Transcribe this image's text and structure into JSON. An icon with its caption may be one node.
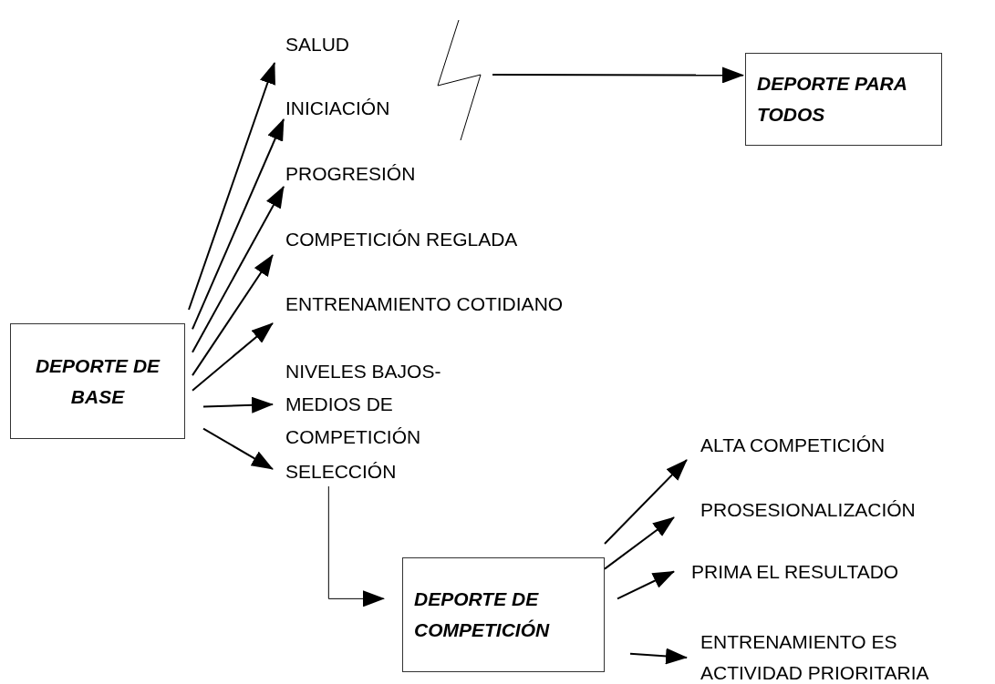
{
  "diagram": {
    "nodes": [
      {
        "text": [
          "DEPORTE DE BASE"
        ]
      },
      {
        "text": [
          "SALUD"
        ]
      },
      {
        "text": [
          "INICIACIÓN"
        ]
      },
      {
        "text": [
          "PROGRESIÓN"
        ]
      },
      {
        "text": [
          "COMPETICIÓN REGLADA"
        ]
      },
      {
        "text": [
          "ENTRENAMIENTO COTIDIANO"
        ]
      },
      {
        "text": [
          "NIVELES BAJOS-MEDIOS DE COMPETICIÓN"
        ]
      },
      {
        "text": [
          "SELECCIÓN"
        ]
      },
      {
        "text": [
          "DEPORTE DE COMPETICIÓN"
        ]
      },
      {
        "text": [
          "ALTA COMPETICIÓN"
        ]
      },
      {
        "text": [
          "PROSESIONALIZACIÓN"
        ]
      },
      {
        "text": [
          "PRIMA EL RESULTADO"
        ]
      },
      {
        "text": [
          "ENTRENAMIENTO ES ACTIVIDAD PRIORITARIA"
        ]
      },
      {
        "text": [
          "DEPORTE PARA TODOS"
        ]
      }
    ],
    "edges": [
      {
        "from": 0,
        "to": 1,
        "arrow": "to"
      },
      {
        "from": 0,
        "to": 2,
        "arrow": "to"
      },
      {
        "from": 0,
        "to": 3,
        "arrow": "to"
      },
      {
        "from": 0,
        "to": 4,
        "arrow": "to"
      },
      {
        "from": 0,
        "to": 5,
        "arrow": "to"
      },
      {
        "from": 0,
        "to": 6,
        "arrow": "to"
      },
      {
        "from": 0,
        "to": 7,
        "arrow": "to"
      },
      {
        "from": 7,
        "to": 8,
        "arrow": "to"
      },
      {
        "from": 8,
        "to": 9,
        "arrow": "to"
      },
      {
        "from": 8,
        "to": 10,
        "arrow": "to"
      },
      {
        "from": 8,
        "to": 11,
        "arrow": "to"
      },
      {
        "from": 8,
        "to": 12,
        "arrow": "to"
      },
      {
        "from": null,
        "to": 13,
        "arrow": "to"
      }
    ]
  }
}
